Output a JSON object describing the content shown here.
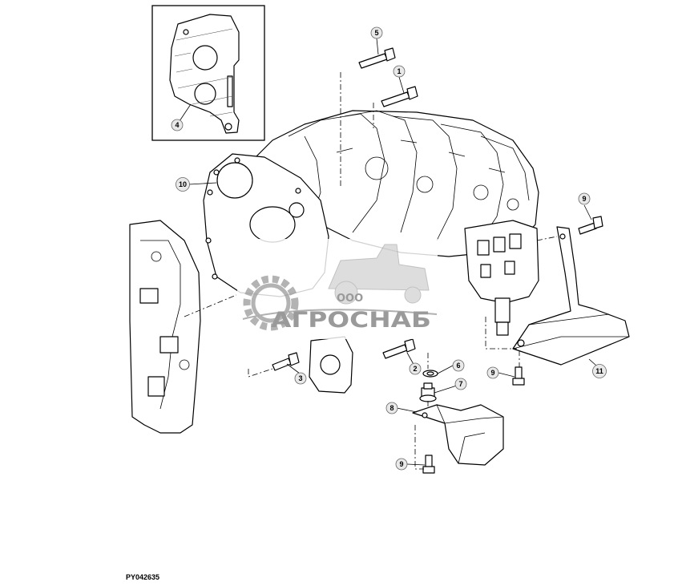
{
  "figure_code": "PY042635",
  "watermark": {
    "company_prefix": "ООО",
    "company_name": "АГРОСНАБ",
    "color": "#9a9a9a"
  },
  "callouts": [
    "1",
    "2",
    "3",
    "4",
    "5",
    "6",
    "7",
    "8",
    "9",
    "9",
    "9",
    "10",
    "11"
  ],
  "colors": {
    "line": "#000000",
    "callout_fill": "#e9e9e9"
  }
}
